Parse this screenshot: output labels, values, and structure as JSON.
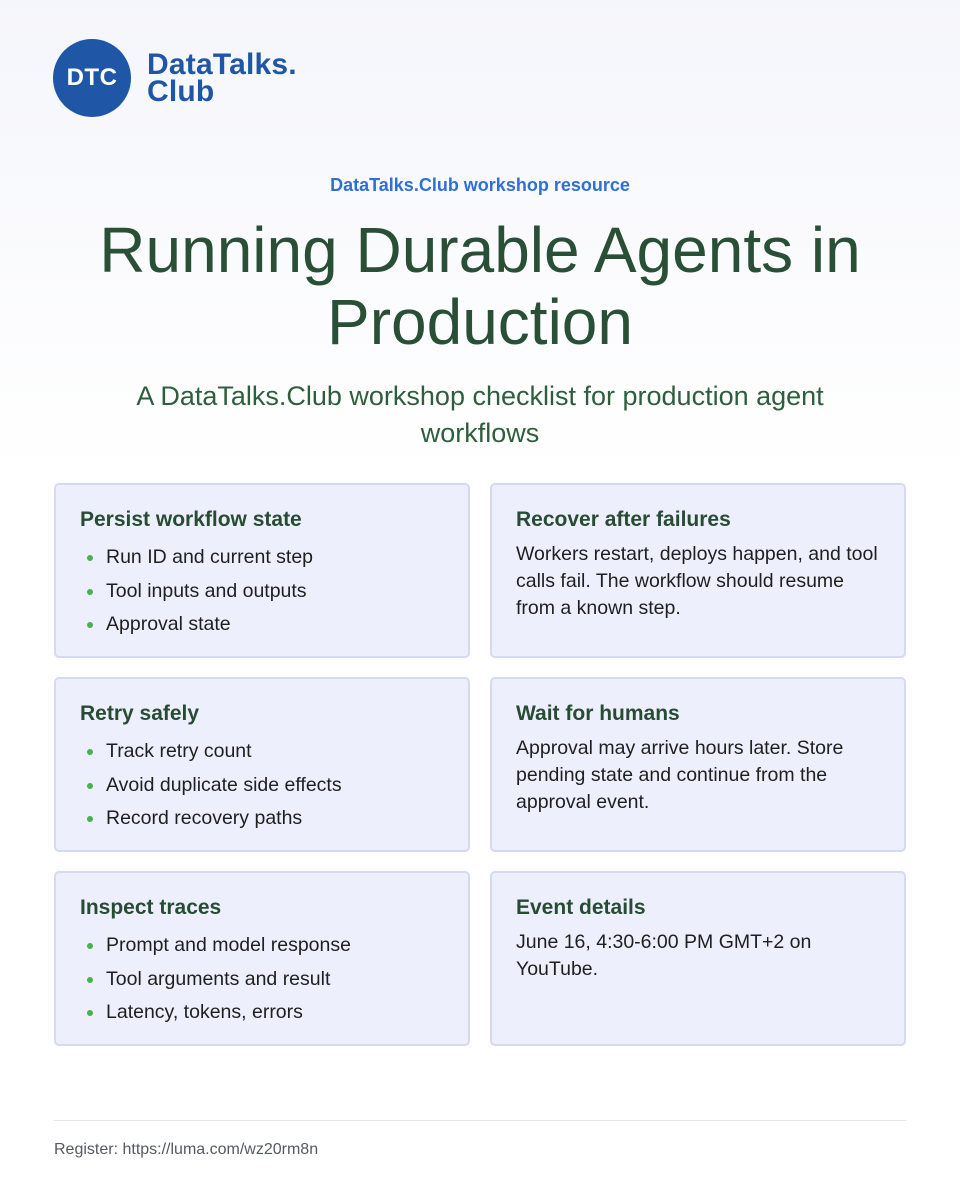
{
  "logo": {
    "badge_text": "DTC",
    "line1": "DataTalks.",
    "line2": "Club",
    "brand_color": "#1f57a6"
  },
  "kicker": "DataTalks.Club workshop resource",
  "title": "Running Durable Agents in Production",
  "subtitle": "A DataTalks.Club workshop checklist for production agent workflows",
  "cards": [
    {
      "title": "Persist workflow state",
      "items": [
        "Run ID and current step",
        "Tool inputs and outputs",
        "Approval state"
      ]
    },
    {
      "title": "Recover after failures",
      "text": "Workers restart, deploys happen, and tool calls fail. The workflow should resume from a known step."
    },
    {
      "title": "Retry safely",
      "items": [
        "Track retry count",
        "Avoid duplicate side effects",
        "Record recovery paths"
      ]
    },
    {
      "title": "Wait for humans",
      "text": "Approval may arrive hours later. Store pending state and continue from the approval event."
    },
    {
      "title": "Inspect traces",
      "items": [
        "Prompt and model response",
        "Tool arguments and result",
        "Latency, tokens, errors"
      ]
    },
    {
      "title": "Event details",
      "text": "June 16, 4:30-6:00 PM GMT+2 on YouTube."
    }
  ],
  "footer": {
    "register_text": "Register: https://luma.com/wz20rm8n"
  },
  "colors": {
    "title": "#2a4f37",
    "kicker": "#2f6fd6",
    "card_bg": "#edeffd",
    "bullet": "#4caf50"
  }
}
